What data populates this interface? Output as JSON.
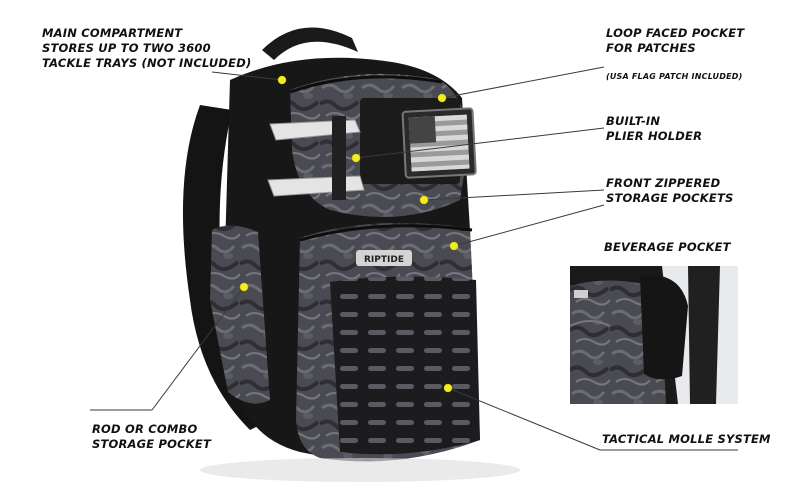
{
  "callouts": {
    "main_compartment": [
      "MAIN COMPARTMENT",
      "STORES UP TO TWO 3600",
      "TACKLE TRAYS (NOT INCLUDED)"
    ],
    "loop_pocket": [
      "LOOP FACED POCKET",
      "FOR PATCHES"
    ],
    "loop_pocket_note": "(USA FLAG PATCH INCLUDED)",
    "plier_holder": [
      "BUILT-IN",
      "PLIER HOLDER"
    ],
    "front_pockets": [
      "FRONT ZIPPERED",
      "STORAGE POCKETS"
    ],
    "beverage_pocket": "BEVERAGE POCKET",
    "rod_pocket": [
      "ROD OR COMBO",
      "STORAGE POCKET"
    ],
    "molle": "TACTICAL MOLLE SYSTEM"
  },
  "patch_logo": "RIPTIDE",
  "colors": {
    "dot": "#f2ee1e",
    "bag_black": "#151515",
    "camo": "#4a4a52",
    "leader_line": "#3a3a3a"
  }
}
